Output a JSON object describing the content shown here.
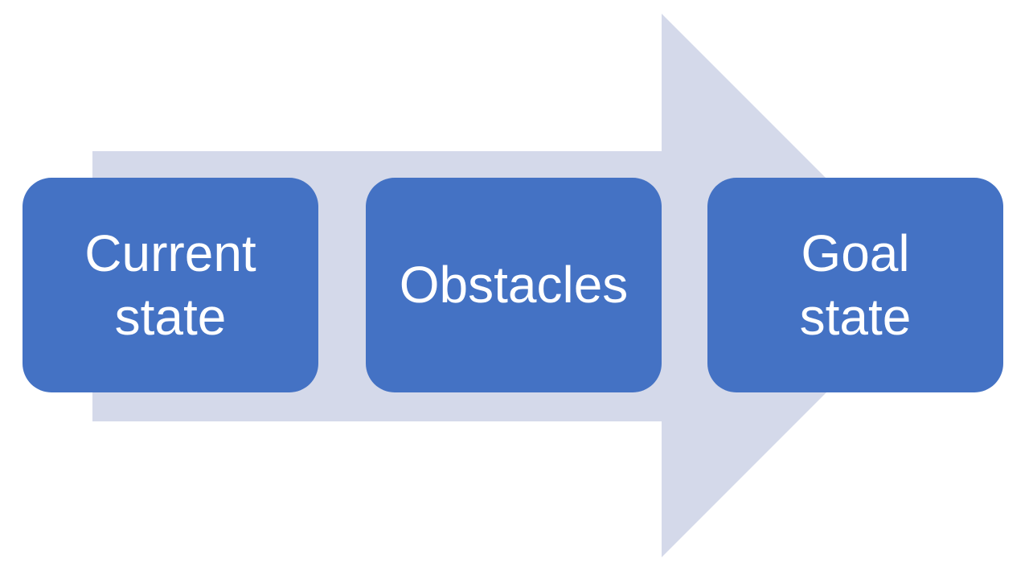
{
  "diagram": {
    "type": "process-arrow",
    "direction": "right",
    "steps": [
      {
        "label": "Current state",
        "label_lines": [
          "Current",
          "state"
        ]
      },
      {
        "label": "Obstacles",
        "label_lines": [
          "Obstacles"
        ]
      },
      {
        "label": "Goal state",
        "label_lines": [
          "Goal",
          "state"
        ]
      }
    ]
  },
  "colors": {
    "box_fill": "#4472C4",
    "arrow_fill": "#D4D9EA",
    "text": "#FFFFFF",
    "background": "#FFFFFF"
  }
}
